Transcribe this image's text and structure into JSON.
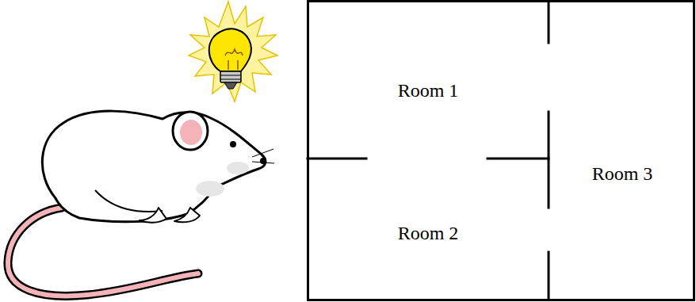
{
  "diagram": {
    "labels": [
      "Room 1",
      "Room 2",
      "Room 3"
    ]
  }
}
